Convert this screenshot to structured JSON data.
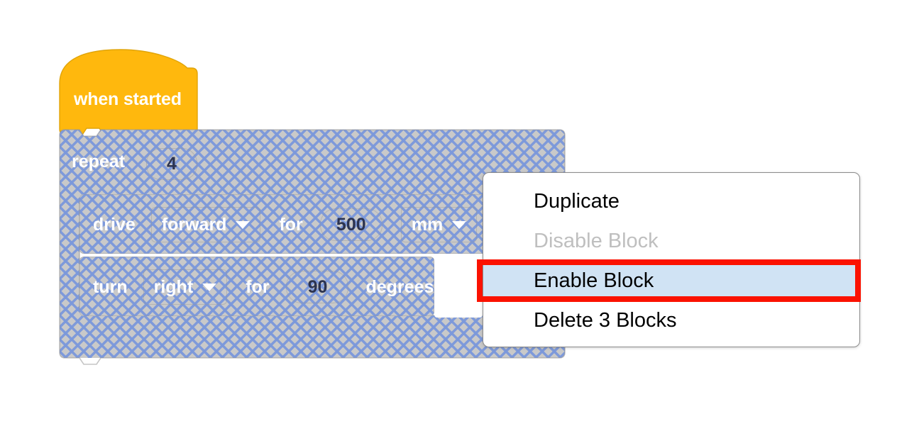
{
  "canvas": {
    "background": "#ffffff",
    "disabled_block_fill": "#c9c9c9",
    "disabled_hatch_color": "#7b98db"
  },
  "workspace": {
    "hat_block": {
      "label": "when started",
      "color": "#ffb80d",
      "text_color": "#ffffff",
      "enabled": true
    },
    "repeat_block": {
      "label": "repeat",
      "count": "4",
      "enabled": false,
      "label_color": "#ffffff",
      "value_color": "#2c3350"
    },
    "statements": [
      {
        "name": "drive",
        "label": "drive",
        "direction": "forward",
        "for_label": "for",
        "amount": "500",
        "unit": "mm",
        "enabled": false
      },
      {
        "name": "turn",
        "label": "turn",
        "direction": "right",
        "for_label": "for",
        "amount": "90",
        "unit": "degrees",
        "enabled": false
      }
    ]
  },
  "context_menu": {
    "items": [
      {
        "label": "Duplicate",
        "state": "normal"
      },
      {
        "label": "Disable Block",
        "state": "disabled"
      },
      {
        "label": "Enable Block",
        "state": "highlighted"
      },
      {
        "label": "Delete 3 Blocks",
        "state": "normal"
      }
    ],
    "highlight_color": "#d0e3f4",
    "disabled_text_color": "#bfbfbf"
  },
  "annotation": {
    "target": "Enable Block",
    "color": "#fb1201",
    "shape": "rectangle"
  }
}
